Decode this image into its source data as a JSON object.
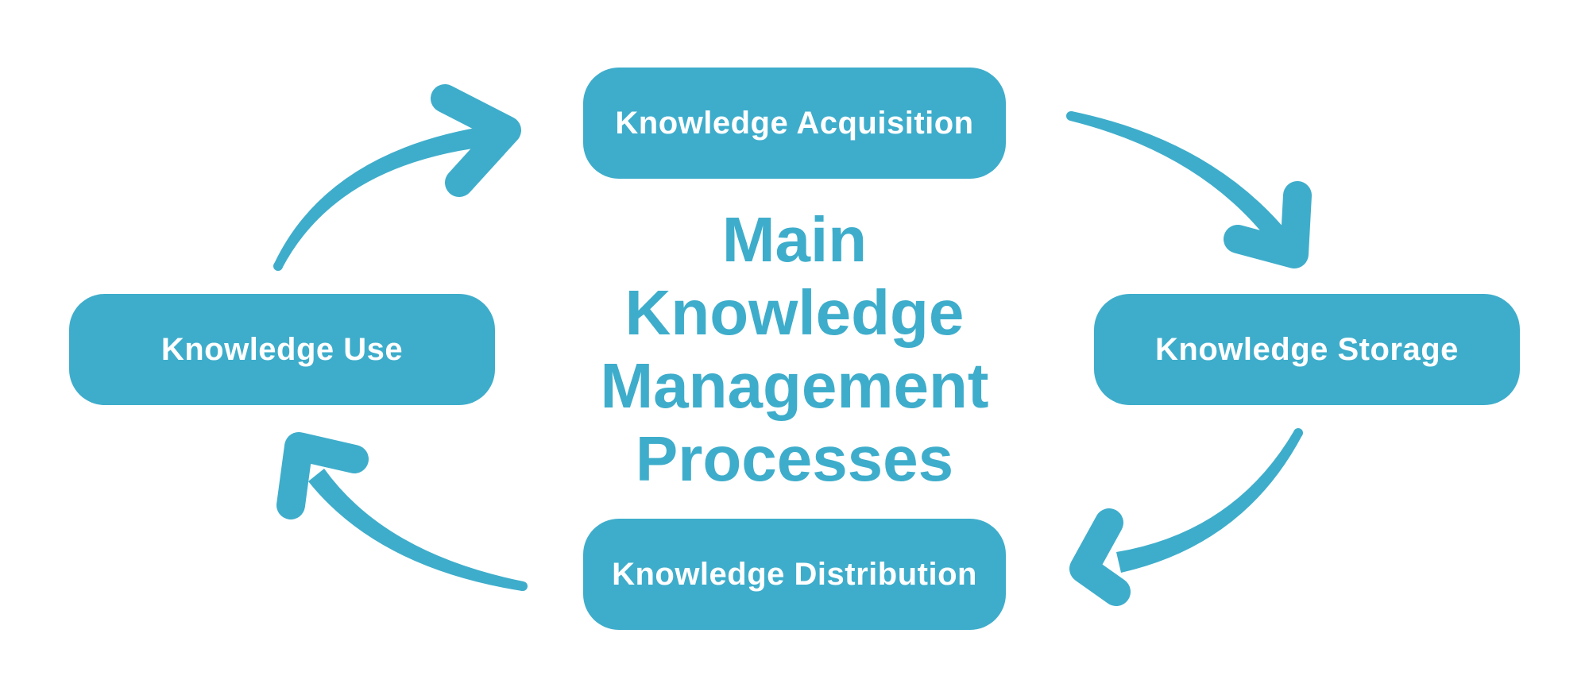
{
  "diagram": {
    "title": "Main\nKnowledge\nManagement\nProcesses",
    "accent_color": "#3EADCB",
    "node_text_color": "#FFFFFF",
    "background_color": "#FFFFFF",
    "type": "cycle",
    "nodes": [
      {
        "id": "acquisition",
        "label": "Knowledge Acquisition",
        "position": "top"
      },
      {
        "id": "storage",
        "label": "Knowledge Storage",
        "position": "right"
      },
      {
        "id": "distribution",
        "label": "Knowledge Distribution",
        "position": "bottom"
      },
      {
        "id": "use",
        "label": "Knowledge Use",
        "position": "left"
      }
    ],
    "arrows": [
      {
        "from": "use",
        "to": "acquisition",
        "style": "curved-hand-drawn"
      },
      {
        "from": "acquisition",
        "to": "storage",
        "style": "curved-hand-drawn"
      },
      {
        "from": "storage",
        "to": "distribution",
        "style": "curved-hand-drawn"
      },
      {
        "from": "distribution",
        "to": "use",
        "style": "curved-hand-drawn"
      }
    ]
  }
}
